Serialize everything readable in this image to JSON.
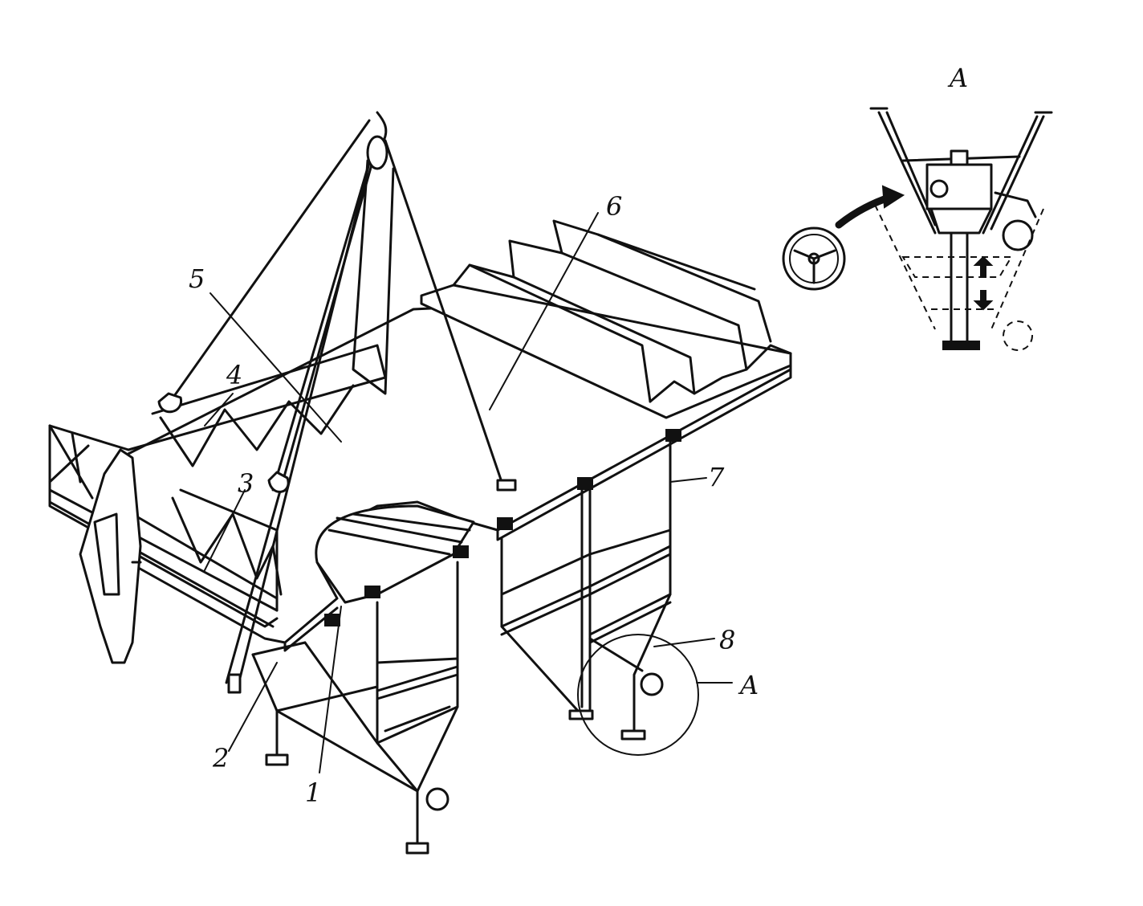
{
  "callouts": {
    "n1": "1",
    "n2": "2",
    "n3": "3",
    "n4": "4",
    "n5": "5",
    "n6": "6",
    "n7": "7",
    "n8": "8",
    "detail_ref": "A",
    "detail_title": "A"
  },
  "colors": {
    "ink": "#111111",
    "paper": "#ffffff"
  }
}
